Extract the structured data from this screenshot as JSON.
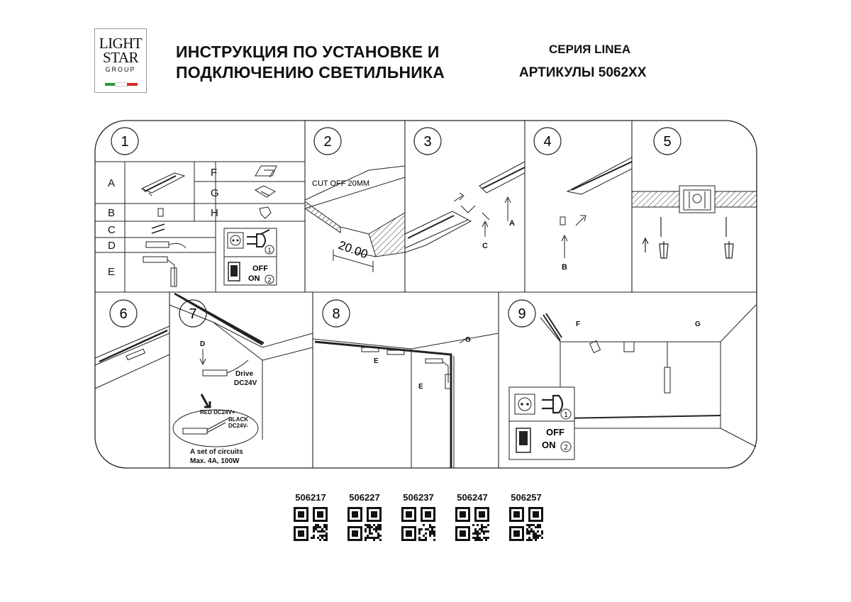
{
  "header": {
    "logo": {
      "line1": "LIGHT",
      "line2": "STAR",
      "line3": "GROUP",
      "flag_colors": [
        "#2e9a3d",
        "#ffffff",
        "#d22b2b"
      ]
    },
    "title_line1": "ИНСТРУКЦИЯ ПО УСТАНОВКЕ И",
    "title_line2": "ПОДКЛЮЧЕНИЮ СВЕТИЛЬНИКА",
    "series": "СЕРИЯ LINEA",
    "articles": "АРТИКУЛЫ 5062XX"
  },
  "steps": {
    "s1": "1",
    "s2": "2",
    "s3": "3",
    "s4": "4",
    "s5": "5",
    "s6": "6",
    "s7": "7",
    "s8": "8",
    "s9": "9"
  },
  "parts": {
    "A": "A",
    "B": "B",
    "C": "C",
    "D": "D",
    "E": "E",
    "F": "F",
    "G": "G",
    "H": "H"
  },
  "switch_box": {
    "off": "OFF",
    "on": "ON",
    "c1": "1",
    "c2": "2"
  },
  "step2": {
    "cut": "CUT OFF 20MM",
    "dim": "20.00"
  },
  "step3": {
    "a": "A",
    "c": "C"
  },
  "step4": {
    "b": "B"
  },
  "step7": {
    "d": "D",
    "drive": "Drive",
    "dc": "DC24V",
    "red": "RED DC24V+",
    "black": "BLACK",
    "black2": "DC24V-",
    "note1": "A set of circuits",
    "note2": "Max. 4A, 100W"
  },
  "step8": {
    "e1": "E",
    "e2": "E",
    "g": "G"
  },
  "step9": {
    "f": "F",
    "g": "G",
    "off": "OFF",
    "on": "ON",
    "c1": "1",
    "c2": "2"
  },
  "codes": [
    {
      "number": "506217"
    },
    {
      "number": "506227"
    },
    {
      "number": "506237"
    },
    {
      "number": "506247"
    },
    {
      "number": "506257"
    }
  ]
}
